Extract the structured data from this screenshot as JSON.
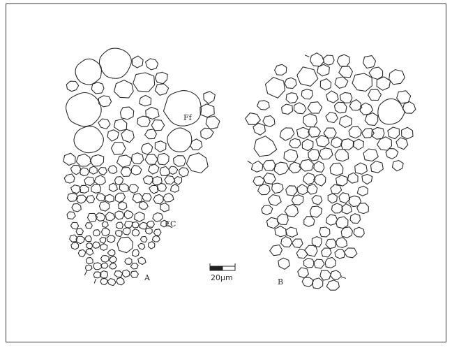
{
  "plate": {
    "labels": {
      "ff": "Ff",
      "ec": "EC",
      "panel_a": "A",
      "panel_b": "B",
      "scale": "20µm"
    }
  }
}
